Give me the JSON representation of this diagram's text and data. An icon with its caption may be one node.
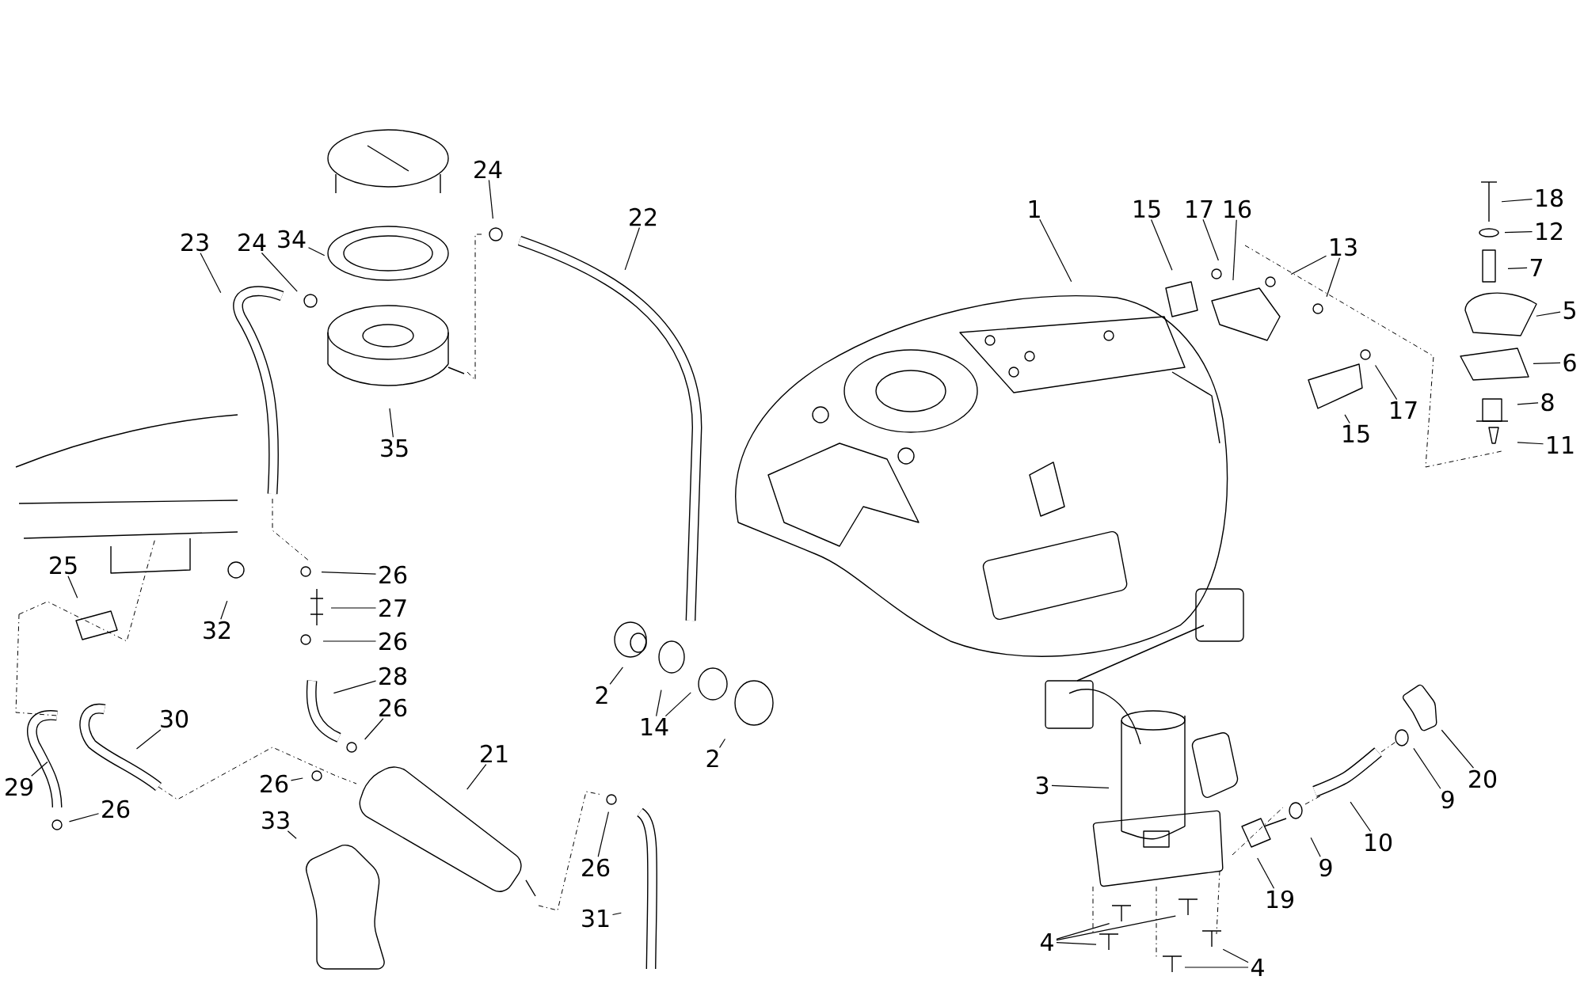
{
  "diagram": {
    "nodes": [
      {
        "text": [
          "1"
        ]
      },
      {
        "text": [
          "15"
        ]
      },
      {
        "text": [
          "17"
        ]
      },
      {
        "text": [
          "16"
        ]
      },
      {
        "text": [
          "13"
        ]
      },
      {
        "text": [
          "18"
        ]
      },
      {
        "text": [
          "12"
        ]
      },
      {
        "text": [
          "7"
        ]
      },
      {
        "text": [
          "5"
        ]
      },
      {
        "text": [
          "6"
        ]
      },
      {
        "text": [
          "8"
        ]
      },
      {
        "text": [
          "11"
        ]
      },
      {
        "text": [
          "17"
        ]
      },
      {
        "text": [
          "15"
        ]
      },
      {
        "text": [
          "24"
        ]
      },
      {
        "text": [
          "22"
        ]
      },
      {
        "text": [
          "23"
        ]
      },
      {
        "text": [
          "24"
        ]
      },
      {
        "text": [
          "34"
        ]
      },
      {
        "text": [
          "35"
        ]
      },
      {
        "text": [
          "25"
        ]
      },
      {
        "text": [
          "26"
        ]
      },
      {
        "text": [
          "27"
        ]
      },
      {
        "text": [
          "32"
        ]
      },
      {
        "text": [
          "26"
        ]
      },
      {
        "text": [
          "28"
        ]
      },
      {
        "text": [
          "2"
        ]
      },
      {
        "text": [
          "30"
        ]
      },
      {
        "text": [
          "26"
        ]
      },
      {
        "text": [
          "14"
        ]
      },
      {
        "text": [
          "21"
        ]
      },
      {
        "text": [
          "2"
        ]
      },
      {
        "text": [
          "29"
        ]
      },
      {
        "text": [
          "3"
        ]
      },
      {
        "text": [
          "26"
        ]
      },
      {
        "text": [
          "20"
        ]
      },
      {
        "text": [
          "9"
        ]
      },
      {
        "text": [
          "26"
        ]
      },
      {
        "text": [
          "33"
        ]
      },
      {
        "text": [
          "10"
        ]
      },
      {
        "text": [
          "26"
        ]
      },
      {
        "text": [
          "9"
        ]
      },
      {
        "text": [
          "19"
        ]
      },
      {
        "text": [
          "31"
        ]
      },
      {
        "text": [
          "4"
        ]
      },
      {
        "text": [
          "4"
        ]
      }
    ],
    "edges": [
      {
        "from": 0,
        "to": null,
        "arrow": "none"
      },
      {
        "from": 1,
        "to": null,
        "arrow": "none"
      },
      {
        "from": 2,
        "to": null,
        "arrow": "none"
      },
      {
        "from": 3,
        "to": null,
        "arrow": "none"
      },
      {
        "from": 4,
        "to": null,
        "arrow": "none"
      },
      {
        "from": 4,
        "to": null,
        "arrow": "none"
      },
      {
        "from": 5,
        "to": null,
        "arrow": "none"
      },
      {
        "from": 6,
        "to": null,
        "arrow": "none"
      },
      {
        "from": 7,
        "to": null,
        "arrow": "none"
      },
      {
        "from": 8,
        "to": null,
        "arrow": "none"
      },
      {
        "from": 9,
        "to": null,
        "arrow": "none"
      },
      {
        "from": 10,
        "to": null,
        "arrow": "none"
      },
      {
        "from": 11,
        "to": null,
        "arrow": "none"
      },
      {
        "from": 12,
        "to": null,
        "arrow": "none"
      },
      {
        "from": 13,
        "to": null,
        "arrow": "none"
      },
      {
        "from": 14,
        "to": null,
        "arrow": "none"
      },
      {
        "from": 15,
        "to": null,
        "arrow": "none"
      },
      {
        "from": 16,
        "to": null,
        "arrow": "none"
      },
      {
        "from": 17,
        "to": null,
        "arrow": "none"
      },
      {
        "from": 18,
        "to": null,
        "arrow": "none"
      },
      {
        "from": 19,
        "to": null,
        "arrow": "none"
      },
      {
        "from": 20,
        "to": null,
        "arrow": "none"
      },
      {
        "from": 21,
        "to": null,
        "arrow": "none"
      },
      {
        "from": 22,
        "to": null,
        "arrow": "none"
      },
      {
        "from": 23,
        "to": null,
        "arrow": "none"
      },
      {
        "from": 24,
        "to": null,
        "arrow": "none"
      },
      {
        "from": 25,
        "to": null,
        "arrow": "none"
      },
      {
        "from": 26,
        "to": null,
        "arrow": "none"
      },
      {
        "from": 27,
        "to": null,
        "arrow": "none"
      },
      {
        "from": 28,
        "to": null,
        "arrow": "none"
      },
      {
        "from": 29,
        "to": null,
        "arrow": "none"
      },
      {
        "from": 29,
        "to": null,
        "arrow": "none"
      },
      {
        "from": 30,
        "to": null,
        "arrow": "none"
      },
      {
        "from": 31,
        "to": null,
        "arrow": "none"
      },
      {
        "from": 32,
        "to": null,
        "arrow": "none"
      },
      {
        "from": 33,
        "to": null,
        "arrow": "none"
      },
      {
        "from": 34,
        "to": null,
        "arrow": "none"
      },
      {
        "from": 35,
        "to": null,
        "arrow": "none"
      },
      {
        "from": 36,
        "to": null,
        "arrow": "none"
      },
      {
        "from": 37,
        "to": null,
        "arrow": "none"
      },
      {
        "from": 38,
        "to": null,
        "arrow": "none"
      },
      {
        "from": 39,
        "to": null,
        "arrow": "none"
      },
      {
        "from": 40,
        "to": null,
        "arrow": "none"
      },
      {
        "from": 41,
        "to": null,
        "arrow": "none"
      },
      {
        "from": 42,
        "to": null,
        "arrow": "none"
      },
      {
        "from": 43,
        "to": null,
        "arrow": "none"
      },
      {
        "from": 44,
        "to": null,
        "arrow": "none"
      },
      {
        "from": 44,
        "to": null,
        "arrow": "none"
      },
      {
        "from": 44,
        "to": null,
        "arrow": "none"
      },
      {
        "from": 45,
        "to": null,
        "arrow": "none"
      },
      {
        "from": 45,
        "to": null,
        "arrow": "none"
      }
    ]
  }
}
